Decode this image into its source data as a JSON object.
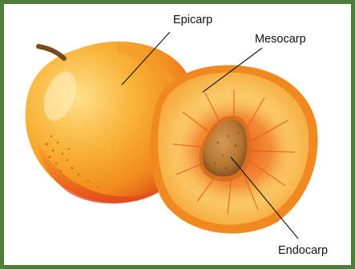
{
  "labels": {
    "epicarp": "Epicarp",
    "mesocarp": "Mesocarp",
    "endocarp": "Endocarp"
  },
  "colors": {
    "frame": "#4f7d3a",
    "skin": "#f5a12a",
    "flesh": "#f9c25a",
    "stone": "#a8692e",
    "leader_line": "#111111"
  }
}
